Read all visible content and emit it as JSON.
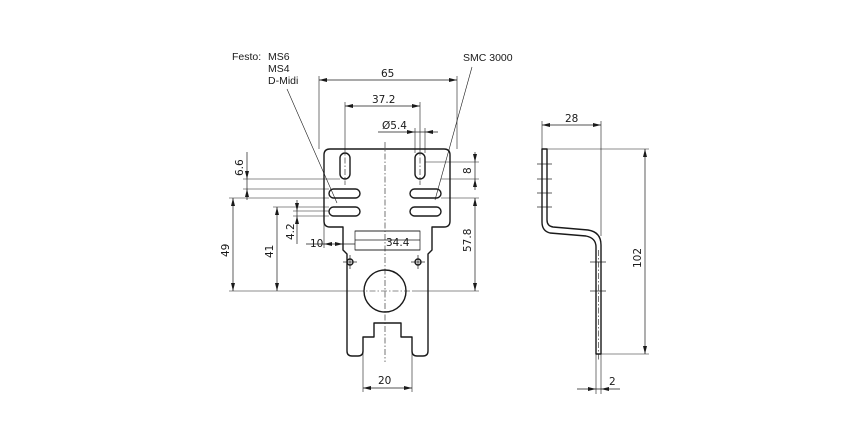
{
  "labels": {
    "festo_prefix": "Festo:",
    "festo_models": [
      "MS6",
      "MS4",
      "D-Midi"
    ],
    "smc": "SMC 3000"
  },
  "dimensions": {
    "width_65": "65",
    "spacing_37_2": "37.2",
    "hole_dia": "Ø5.4",
    "height_6_6": "6.6",
    "height_8": "8",
    "height_49": "49",
    "height_41": "41",
    "height_4_2": "4.2",
    "offset_10": "10",
    "slot_34_4": "34.4",
    "height_57_8": "57.8",
    "cutout_20": "20",
    "flange_28": "28",
    "total_102": "102",
    "thickness_2": "2"
  }
}
